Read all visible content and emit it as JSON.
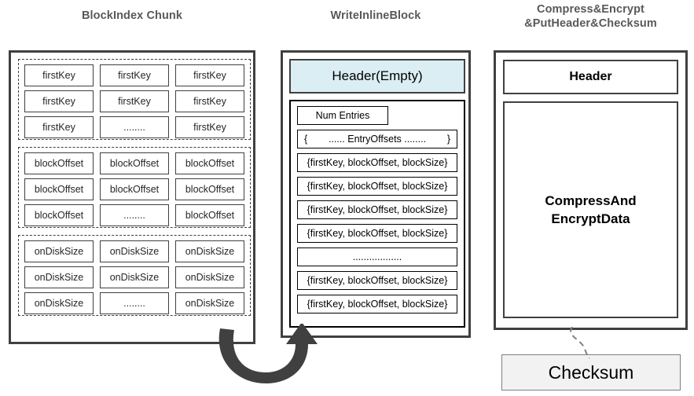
{
  "columns": {
    "left": {
      "title": "BlockIndex Chunk",
      "groups": [
        {
          "name": "firstKey-group",
          "rows": [
            [
              "firstKey",
              "firstKey",
              "firstKey"
            ],
            [
              "firstKey",
              "firstKey",
              "firstKey"
            ],
            [
              "firstKey",
              "........",
              "firstKey"
            ]
          ]
        },
        {
          "name": "blockOffset-group",
          "rows": [
            [
              "blockOffset",
              "blockOffset",
              "blockOffset"
            ],
            [
              "blockOffset",
              "blockOffset",
              "blockOffset"
            ],
            [
              "blockOffset",
              "........",
              "blockOffset"
            ]
          ]
        },
        {
          "name": "onDiskSize-group",
          "rows": [
            [
              "onDiskSize",
              "onDiskSize",
              "onDiskSize"
            ],
            [
              "onDiskSize",
              "onDiskSize",
              "onDiskSize"
            ],
            [
              "onDiskSize",
              "........",
              "onDiskSize"
            ]
          ]
        }
      ]
    },
    "middle": {
      "title": "WriteInlineBlock",
      "header_label": "Header(Empty)",
      "header_fill": "#daeef3",
      "num_entries_label": "Num Entries",
      "entry_offsets": {
        "left_brace": "{",
        "text": "...... EntryOffsets ........",
        "right_brace": "}"
      },
      "entries": [
        "{firstKey, blockOffset, blockSize}",
        "{firstKey, blockOffset, blockSize}",
        "{firstKey, blockOffset, blockSize}",
        "{firstKey, blockOffset, blockSize}",
        "..................",
        "{firstKey, blockOffset, blockSize}",
        "{firstKey, blockOffset, blockSize}"
      ]
    },
    "right": {
      "title_line1": "Compress&Encrypt",
      "title_line2": "&PutHeader&Checksum",
      "header_label": "Header",
      "body_line1": "CompressAnd",
      "body_line2": "EncryptData",
      "checksum_label": "Checksum",
      "checksum_fill": "#f2f2f2"
    }
  },
  "connectors": {
    "flow_arrow": "curved-arrow-left-to-middle",
    "checksum_link": "dashed-leader-line"
  },
  "colors": {
    "outline": "#404040",
    "title_text": "#595959",
    "cell_text": "#262626",
    "arrow": "#404040"
  }
}
